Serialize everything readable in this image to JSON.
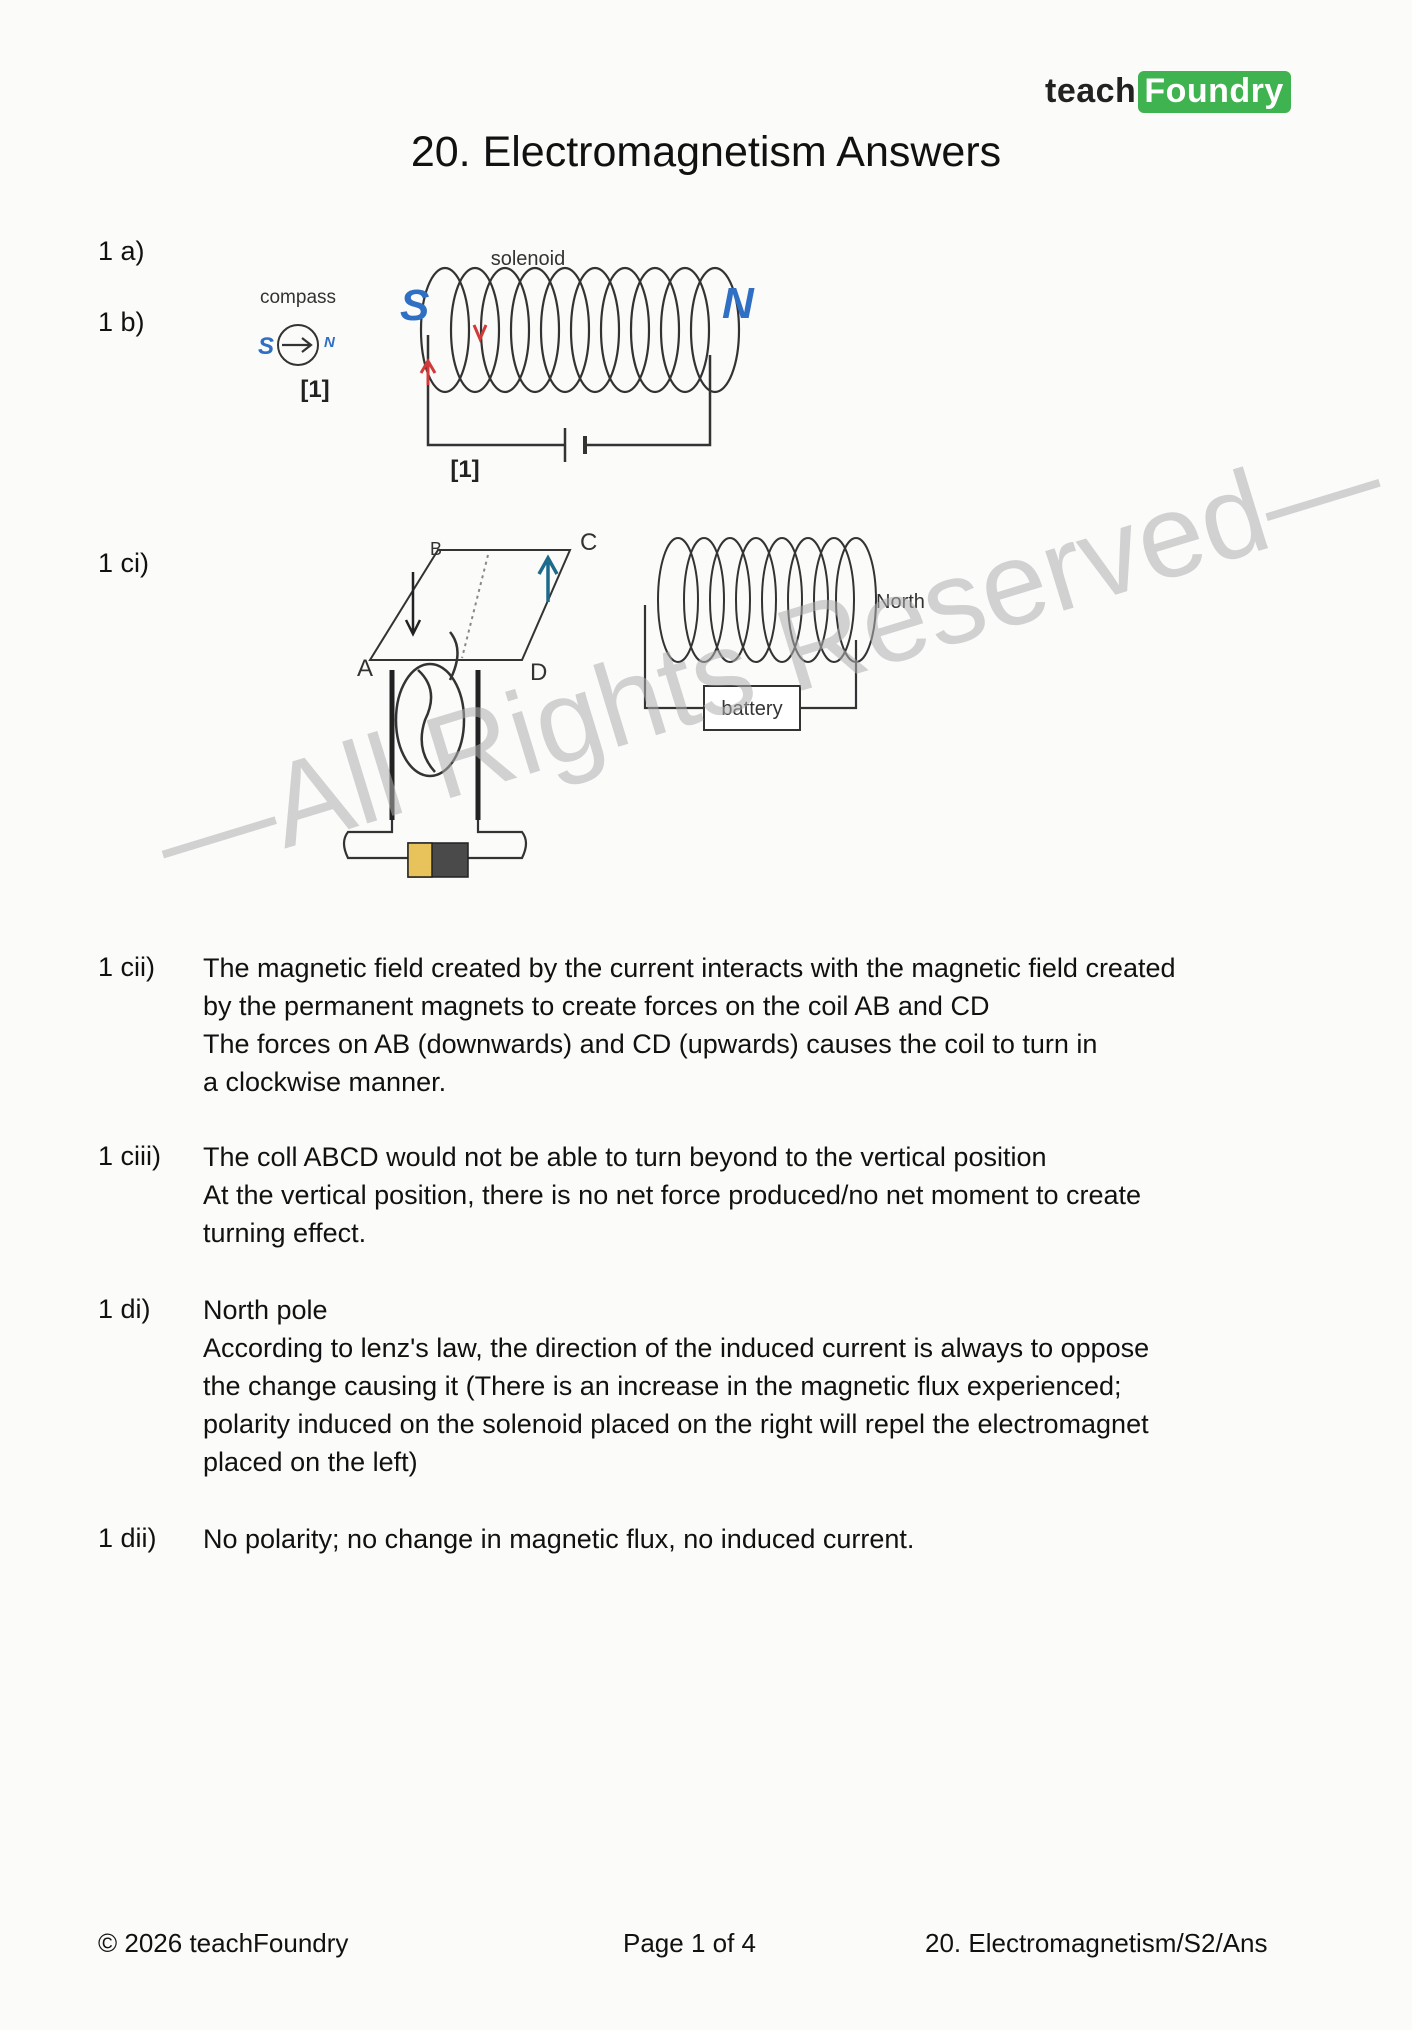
{
  "brand": {
    "part1": "teach",
    "part2": "Foundry"
  },
  "title": "20. Electromagnetism Answers",
  "labels": {
    "q1a": "1 a)",
    "q1b": "1 b)",
    "q1ci": "1 ci)",
    "q1cii": "1 cii)",
    "q1ciii": "1 ciii)",
    "q1di": "1 di)",
    "q1dii": "1 dii)"
  },
  "diagram1": {
    "solenoid_label": "solenoid",
    "compass_label": "compass",
    "left_pole": "S",
    "right_pole": "N",
    "compass_left": "S",
    "compass_right": "N",
    "mark1": "[1]",
    "mark2": "[1]"
  },
  "diagram2": {
    "corner_a": "A",
    "corner_b": "B",
    "corner_c": "C",
    "corner_d": "D",
    "north_label": "North",
    "battery_label": "battery"
  },
  "answers": {
    "cii": [
      "The magnetic field created by the current interacts with the magnetic field created",
      "by the permanent magnets to create forces on the coil AB and CD",
      "The forces on AB (downwards) and CD (upwards) causes the coil to turn in",
      "a clockwise manner."
    ],
    "ciii": [
      "The coll ABCD would not be able to turn beyond to the vertical position",
      "At the vertical position, there is no net force produced/no net moment to create",
      "turning effect."
    ],
    "di": [
      "North pole",
      "According to lenz's law, the direction of the induced current is always to oppose",
      "the change causing it (There is an increase in the magnetic flux experienced;",
      "polarity induced on the solenoid placed on the right will repel the electromagnet",
      "placed on the left)"
    ],
    "dii": [
      "No polarity; no change in magnetic flux, no induced current."
    ]
  },
  "watermark": "—All Rights Reserved—",
  "footer": {
    "left": "© 2026 teachFoundry",
    "center": "Page 1 of 4",
    "right": "20. Electromagnetism/S2/Ans"
  },
  "colors": {
    "brand_green": "#3fb34f",
    "pole_blue": "#2f6fc4",
    "arrow_red": "#d23a3a",
    "arrow_teal": "#1e6a8a",
    "battery_yellow": "#e8c25a",
    "battery_dark": "#4a4a4a"
  }
}
